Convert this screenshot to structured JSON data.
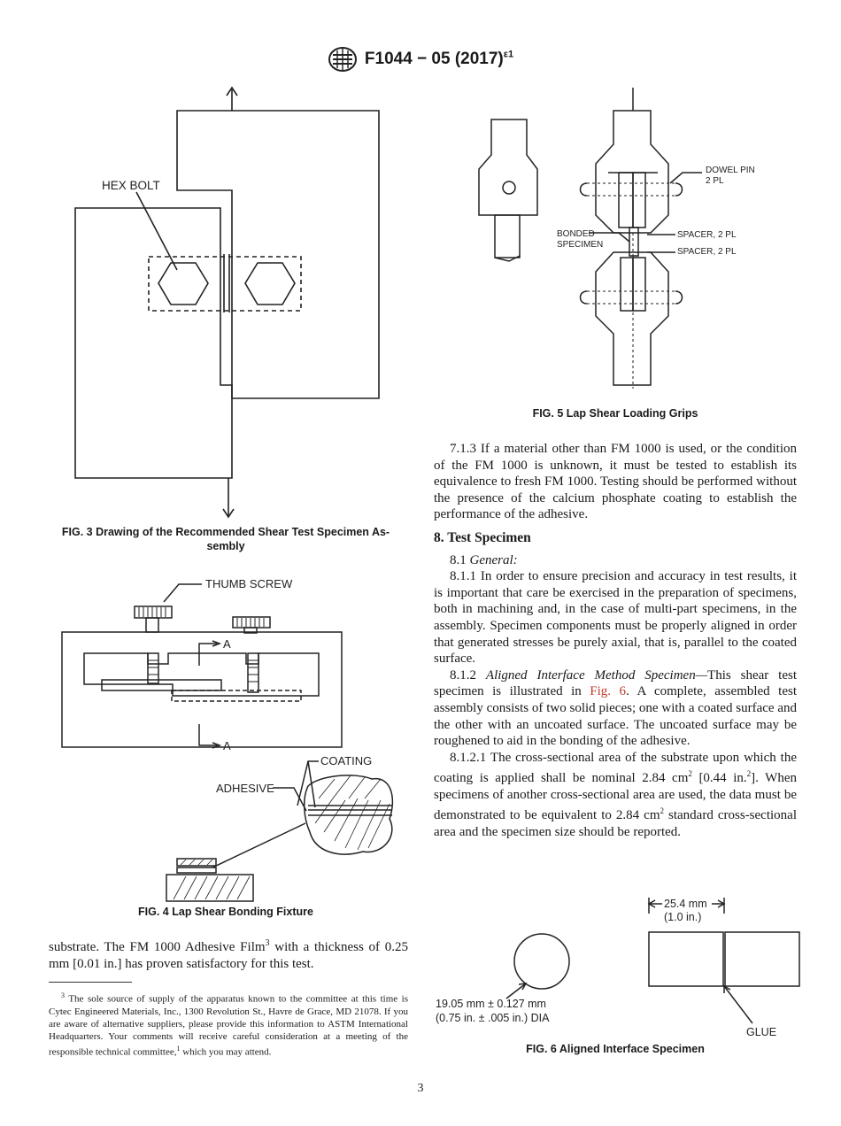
{
  "header": {
    "designation": "F1044 − 05 (2017)",
    "superscript": "ε1"
  },
  "fig3": {
    "label": "HEX BOLT",
    "caption_line1": "FIG. 3 Drawing of the Recommended Shear Test Specimen As-",
    "caption_line2": "sembly"
  },
  "fig4": {
    "thumb_screw": "THUMB SCREW",
    "section_a_top": "A",
    "section_a_bottom": "A",
    "coating": "COATING",
    "adhesive": "ADHESIVE",
    "caption": "FIG. 4 Lap Shear Bonding Fixture"
  },
  "fig5": {
    "dowel_pin": "DOWEL PIN",
    "dowel_pin_count": "2 PL",
    "spacer_1": "SPACER, 2 PL",
    "spacer_2": "SPACER, 2 PL",
    "bonded_1": "BONDED",
    "bonded_2": "SPECIMEN",
    "caption": "FIG. 5 Lap Shear Loading Grips"
  },
  "fig6": {
    "width_mm": "25.4 mm",
    "width_in": "(1.0 in.)",
    "dia_mm": "19.05 mm ± 0.127 mm",
    "dia_in": "(0.75 in. ± .005 in.) DIA",
    "glue": "GLUE",
    "caption": "FIG. 6 Aligned Interface Specimen"
  },
  "left_text": {
    "para_a": "substrate. The FM 1000 Adhesive Film",
    "para_a_sup": "3",
    "para_b": " with a thickness of 0.25 mm [0.01 in.] has proven satisfactory for this test."
  },
  "footnote": {
    "sup": "3",
    "text_a": " The sole source of supply of the apparatus known to the committee at this time is Cytec Engineered Materials, Inc., 1300 Revolution St., Havre de Grace, MD 21078. If you are aware of alternative suppliers, please provide this information to ASTM International Headquarters. Your comments will receive careful consideration at a meeting of the responsible technical committee,",
    "text_sup": "1",
    "text_b": " which you may attend."
  },
  "right_text": {
    "p713": "7.1.3 If a material other than FM 1000 is used, or the condition of the FM 1000 is unknown, it must be tested to establish its equivalence to fresh FM 1000. Testing should be performed without the presence of the calcium phosphate coating to establish the performance of the adhesive.",
    "sec8": "8.  Test Specimen",
    "p81_num": "8.1 ",
    "p81_title": "General:",
    "p811": "8.1.1 In order to ensure precision and accuracy in test results, it is important that care be exercised in the preparation of specimens, both in machining and, in the case of multi-part specimens, in the assembly. Specimen components must be properly aligned in order that generated stresses be purely axial, that is, parallel to the coated surface.",
    "p812_num": "8.1.2 ",
    "p812_title": "Aligned Interface Method Specimen—",
    "p812_a": "This shear test specimen is illustrated in ",
    "p812_link": "Fig. 6",
    "p812_b": ". A complete, assembled test assembly consists of two solid pieces; one with a coated surface and the other with an uncoated surface. The uncoated surface may be roughened to aid in the bonding of the adhesive.",
    "p8121_a": "8.1.2.1 The cross-sectional area of the substrate upon which the coating is applied shall be nominal 2.84 cm",
    "p8121_sup1": "2",
    "p8121_b": " [0.44 in.",
    "p8121_sup2": "2",
    "p8121_c": "]. When specimens of another cross-sectional area are used, the data must be demonstrated to be equivalent to 2.84 cm",
    "p8121_sup3": "2",
    "p8121_d": " standard cross-sectional area and the specimen size should be reported."
  },
  "page_number": "3"
}
